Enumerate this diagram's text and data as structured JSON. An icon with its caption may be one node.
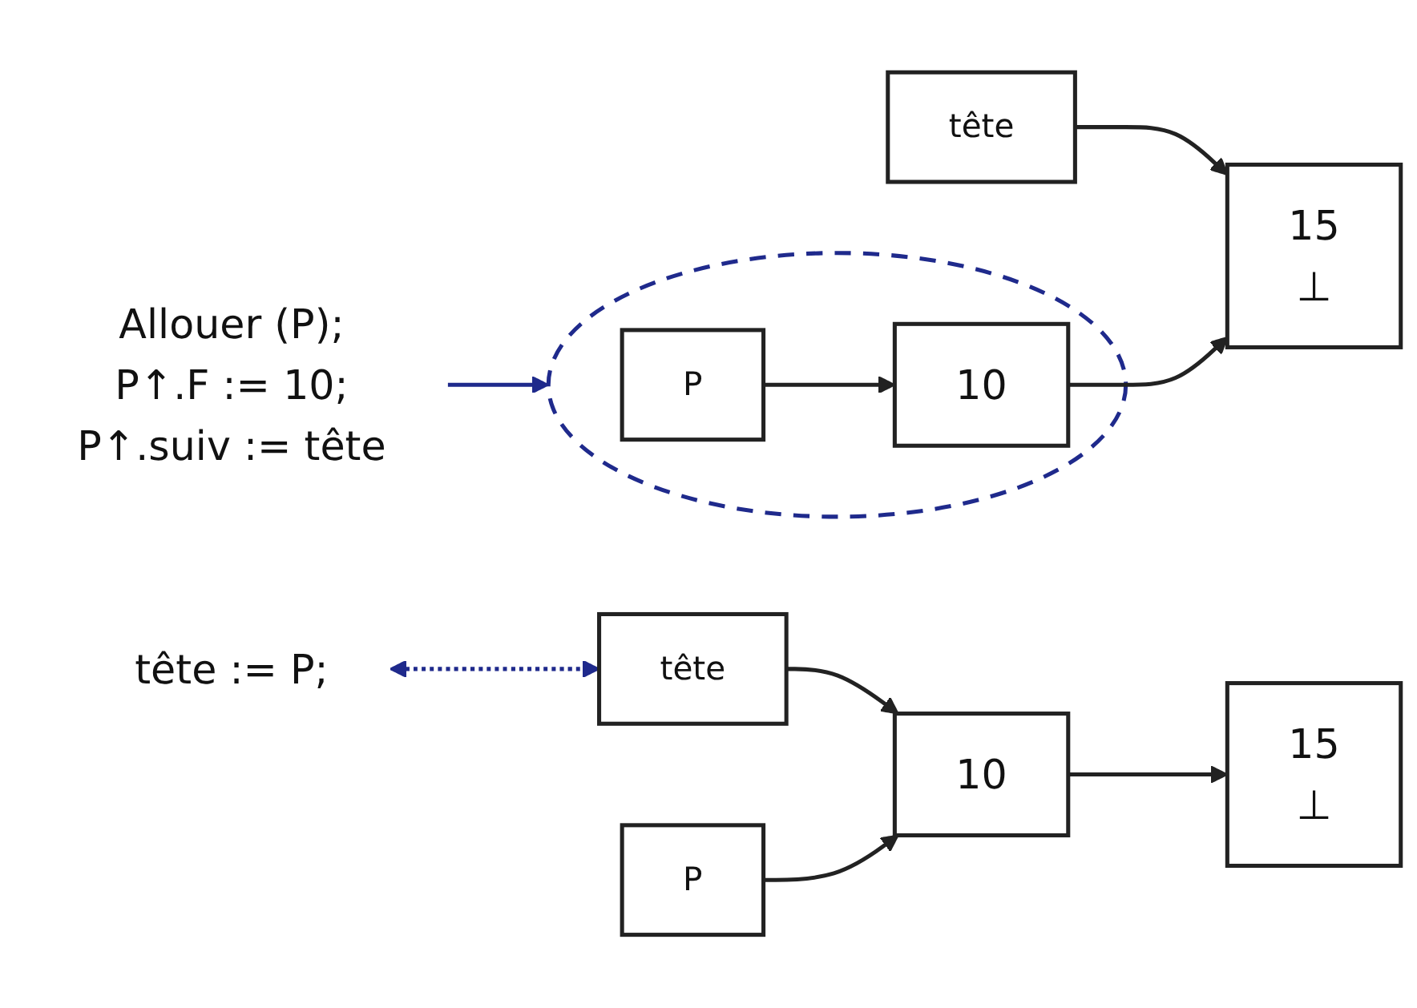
{
  "diagram": {
    "nodes": [
      {
        "text": [
          "Allouer (P);",
          "P↑.F := 10;",
          "P↑.suiv := tête"
        ]
      },
      {
        "text": [],
        "shape": "circle"
      },
      {
        "text": [
          "tête"
        ]
      },
      {
        "text": [
          "P"
        ],
        "in": 1
      },
      {
        "text": [
          "10"
        ],
        "in": 1
      },
      {
        "text": [
          "15",
          "⊥"
        ]
      },
      {
        "text": [
          "tête := P;"
        ]
      },
      {
        "text": [
          "tête"
        ]
      },
      {
        "text": [
          "P"
        ]
      },
      {
        "text": [
          "10"
        ]
      },
      {
        "text": [
          "15",
          "⊥"
        ]
      }
    ],
    "edges": [
      {
        "from": 0,
        "to": 1,
        "arrow": "to",
        "color": "#1f2a8c"
      },
      {
        "from": 2,
        "to": 5,
        "arrow": "to"
      },
      {
        "from": 3,
        "to": 4,
        "arrow": "to"
      },
      {
        "from": 4,
        "to": 5,
        "arrow": "to"
      },
      {
        "from": 6,
        "to": 7,
        "arrow": "both",
        "style": "dashed",
        "color": "#1f2a8c"
      },
      {
        "from": 7,
        "to": 9,
        "arrow": "to"
      },
      {
        "from": 8,
        "to": 9,
        "arrow": "to"
      },
      {
        "from": 9,
        "to": 10,
        "arrow": "to"
      }
    ]
  }
}
